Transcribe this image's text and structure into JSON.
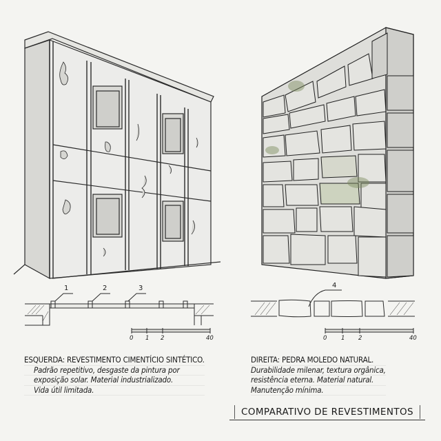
{
  "left_panel": {
    "subject": "synthetic-cement-cladding-facade",
    "callouts": [
      "1",
      "2",
      "3"
    ],
    "scale_labels": [
      "0",
      "1",
      "2",
      "40"
    ],
    "caption": {
      "heading": "ESQUERDA: REVESTIMENTO CIMENTÍCIO SINTÉTICO.",
      "lines": [
        "Padrão repetitivo, desgaste da pintura por",
        "exposição solar. Material industrializado.",
        "Vida útil limitada."
      ]
    }
  },
  "right_panel": {
    "subject": "natural-moledo-stone-wall",
    "callouts": [
      "4"
    ],
    "scale_labels": [
      "0",
      "1",
      "2",
      "40"
    ],
    "caption": {
      "heading": "DIREITA: PEDRA MOLEDO NATURAL.",
      "lines": [
        "Durabilidade milenar, textura orgânica,",
        "resistência eterna. Material natural.",
        "Manutenção mínima."
      ]
    }
  },
  "title": "COMPARATIVO DE REVESTIMENTOS",
  "colors": {
    "paper": "#f4f4f1",
    "ink": "#1a1a1a",
    "moss": "#7a8a5a"
  }
}
